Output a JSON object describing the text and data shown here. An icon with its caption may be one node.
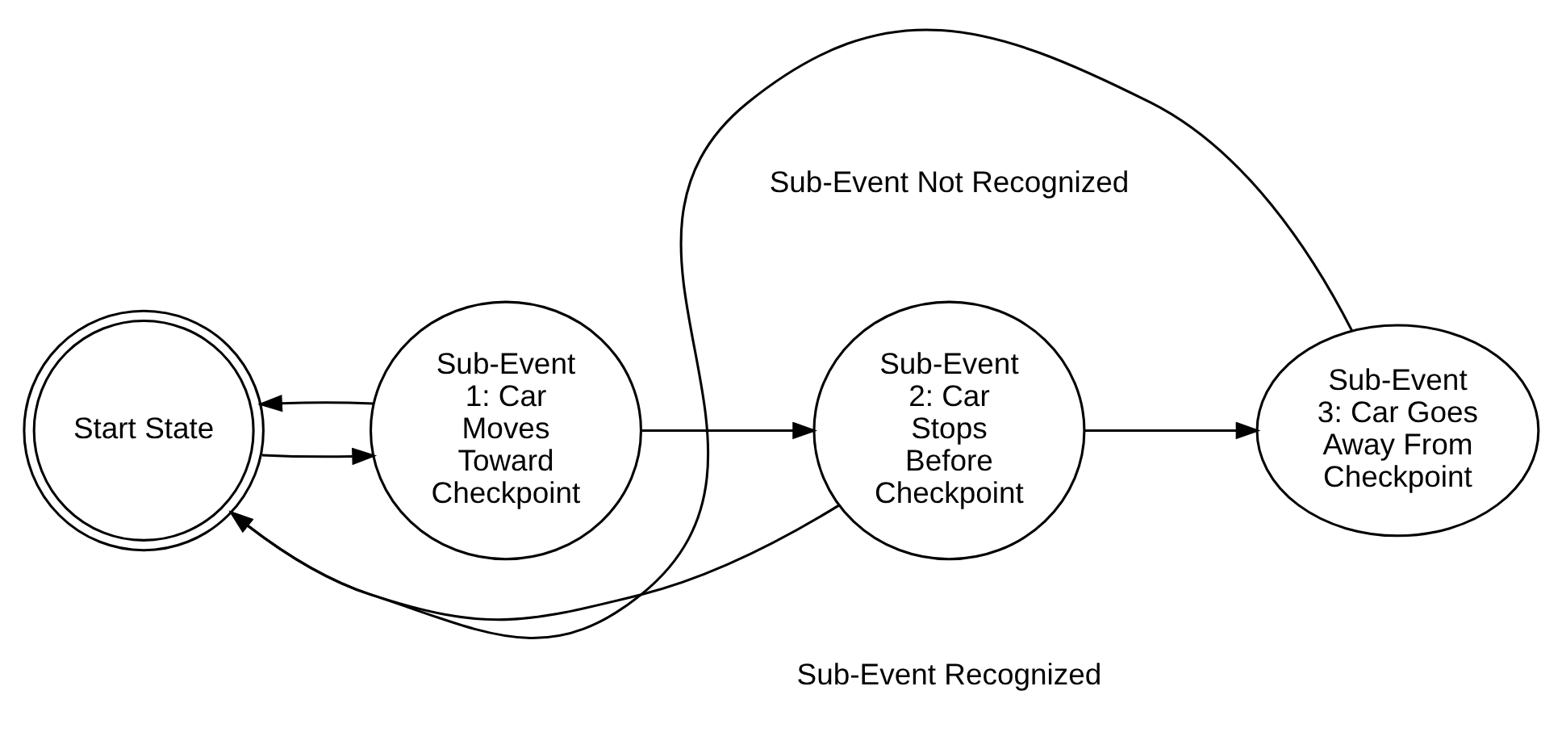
{
  "diagram": {
    "nodes": [
      {
        "text": [
          "Start State"
        ]
      },
      {
        "text": [
          "Sub-Event 1: Car Moves Toward Checkpoint"
        ]
      },
      {
        "text": [
          "Sub-Event 2: Car Stops Before Checkpoint"
        ]
      },
      {
        "text": [
          "Sub-Event 3: Car Goes Away From Checkpoint"
        ]
      }
    ],
    "edges": [
      {
        "from": 0,
        "to": 1,
        "arrow": "to"
      },
      {
        "from": 1,
        "to": 2,
        "arrow": "to"
      },
      {
        "from": 2,
        "to": 3,
        "arrow": "to"
      },
      {
        "from": 1,
        "to": 0,
        "arrow": "to"
      },
      {
        "from": 2,
        "to": 0,
        "arrow": "to"
      },
      {
        "from": 3,
        "to": 0,
        "arrow": "to"
      }
    ],
    "labels": [
      "Sub-Event Not Recognized",
      "Sub-Event Recognized"
    ]
  }
}
